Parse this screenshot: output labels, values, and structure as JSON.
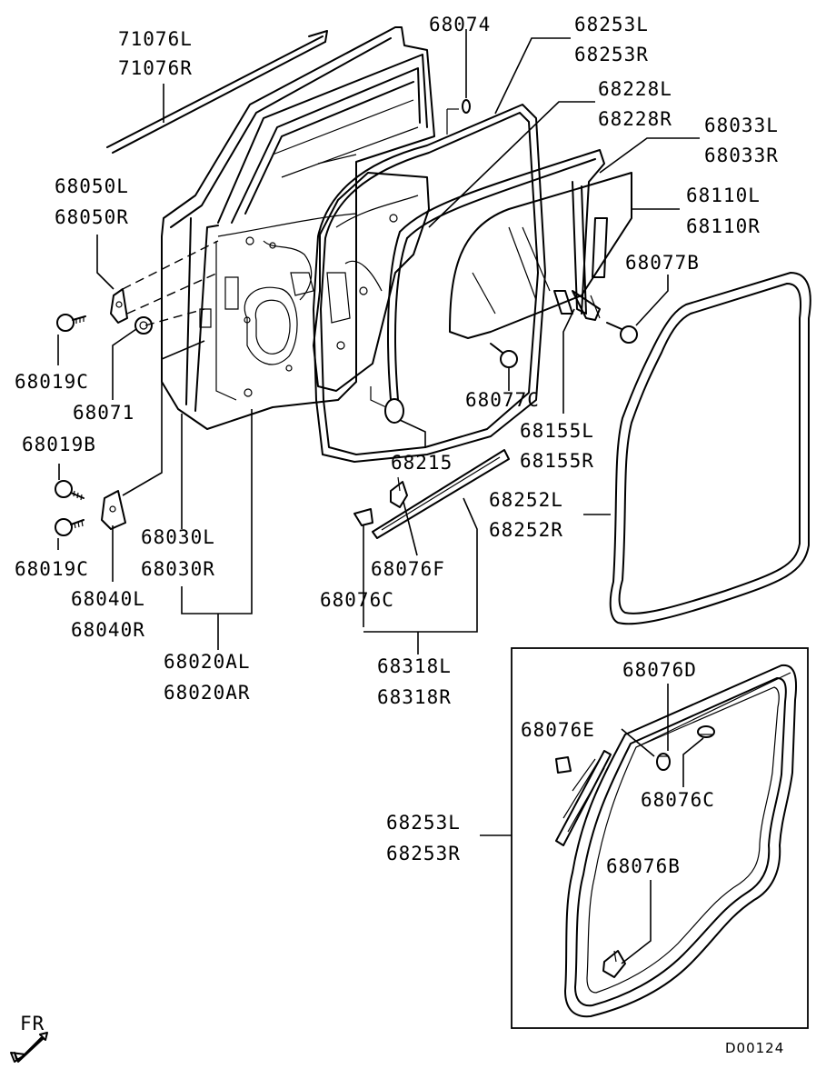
{
  "diagram_id": "D00124",
  "direction": "FR",
  "labels": {
    "l71076L": "71076L",
    "l71076R": "71076R",
    "l68074": "68074",
    "l68253L_top": "68253L",
    "l68253R_top": "68253R",
    "l68228L": "68228L",
    "l68228R": "68228R",
    "l68033L": "68033L",
    "l68033R": "68033R",
    "l68050L": "68050L",
    "l68050R": "68050R",
    "l68110L": "68110L",
    "l68110R": "68110R",
    "l68077B": "68077B",
    "l68019C_a": "68019C",
    "l68071": "68071",
    "l68077C": "68077C",
    "l68155L": "68155L",
    "l68155R": "68155R",
    "l68019B": "68019B",
    "l68215": "68215",
    "l68252L": "68252L",
    "l68252R": "68252R",
    "l68019C_b": "68019C",
    "l68030L": "68030L",
    "l68030R": "68030R",
    "l68040L": "68040L",
    "l68040R": "68040R",
    "l68076F": "68076F",
    "l68076C_main": "68076C",
    "l68020AL": "68020AL",
    "l68020AR": "68020AR",
    "l68318L": "68318L",
    "l68318R": "68318R",
    "l68076D": "68076D",
    "l68076E": "68076E",
    "l68076C_inset": "68076C",
    "l68253L_inset": "68253L",
    "l68253R_inset": "68253R",
    "l68076B": "68076B"
  }
}
